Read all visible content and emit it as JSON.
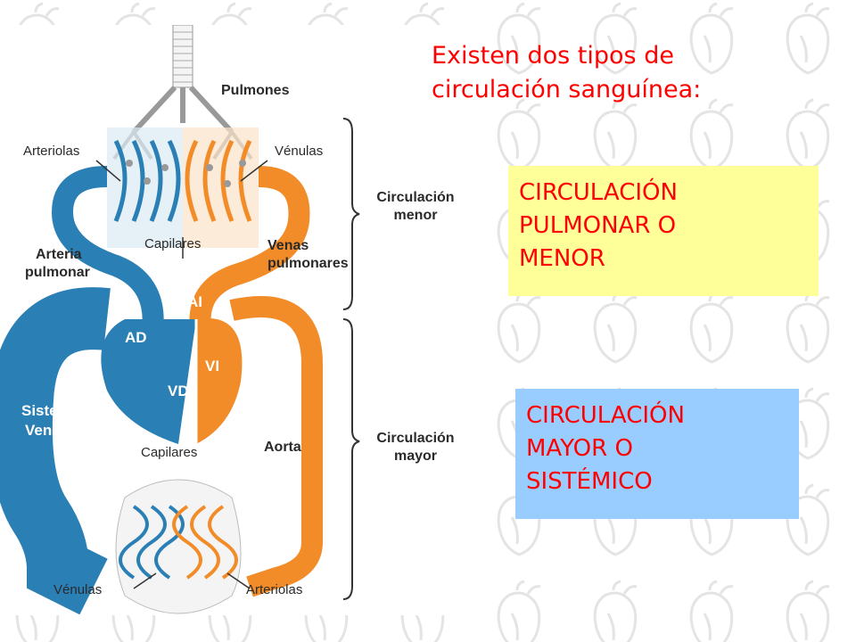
{
  "title": {
    "line1": "Existen dos tipos de",
    "line2": "circulación sanguínea:"
  },
  "boxes": [
    {
      "lines": [
        "CIRCULACIÓN",
        "PULMONAR O",
        "MENOR"
      ],
      "color": "#ffff99"
    },
    {
      "lines": [
        "CIRCULACIÓN",
        "MAYOR O",
        "SISTÉMICO"
      ],
      "color": "#99ccff"
    }
  ],
  "diagram": {
    "labels": {
      "pulmones": "Pulmones",
      "arteriolas_top": "Arteriolas",
      "venulas_top": "Vénulas",
      "capilares_top": "Capilares",
      "arteria_pulmonar_1": "Arteria",
      "arteria_pulmonar_2": "pulmonar",
      "venas_pulmonares_1": "Venas",
      "venas_pulmonares_2": "pulmonares",
      "circulacion_menor_1": "Circulación",
      "circulacion_menor_2": "menor",
      "ai": "AI",
      "ad": "AD",
      "vi": "VI",
      "vd": "VD",
      "sistema_venoso_1": "Sistema",
      "sistema_venoso_2": "Venoso",
      "aorta": "Aorta",
      "capilares_bottom": "Capilares",
      "circulacion_mayor_1": "Circulación",
      "circulacion_mayor_2": "mayor",
      "venulas_bottom": "Vénulas",
      "arteriolas_bottom": "Arteriolas"
    },
    "colors": {
      "venous": "#2a7fb5",
      "arterial": "#f28c28",
      "text": "#2a2a2a"
    }
  },
  "colors": {
    "title_text": "#ff0000",
    "background_watermark": "#e6e6e6"
  }
}
